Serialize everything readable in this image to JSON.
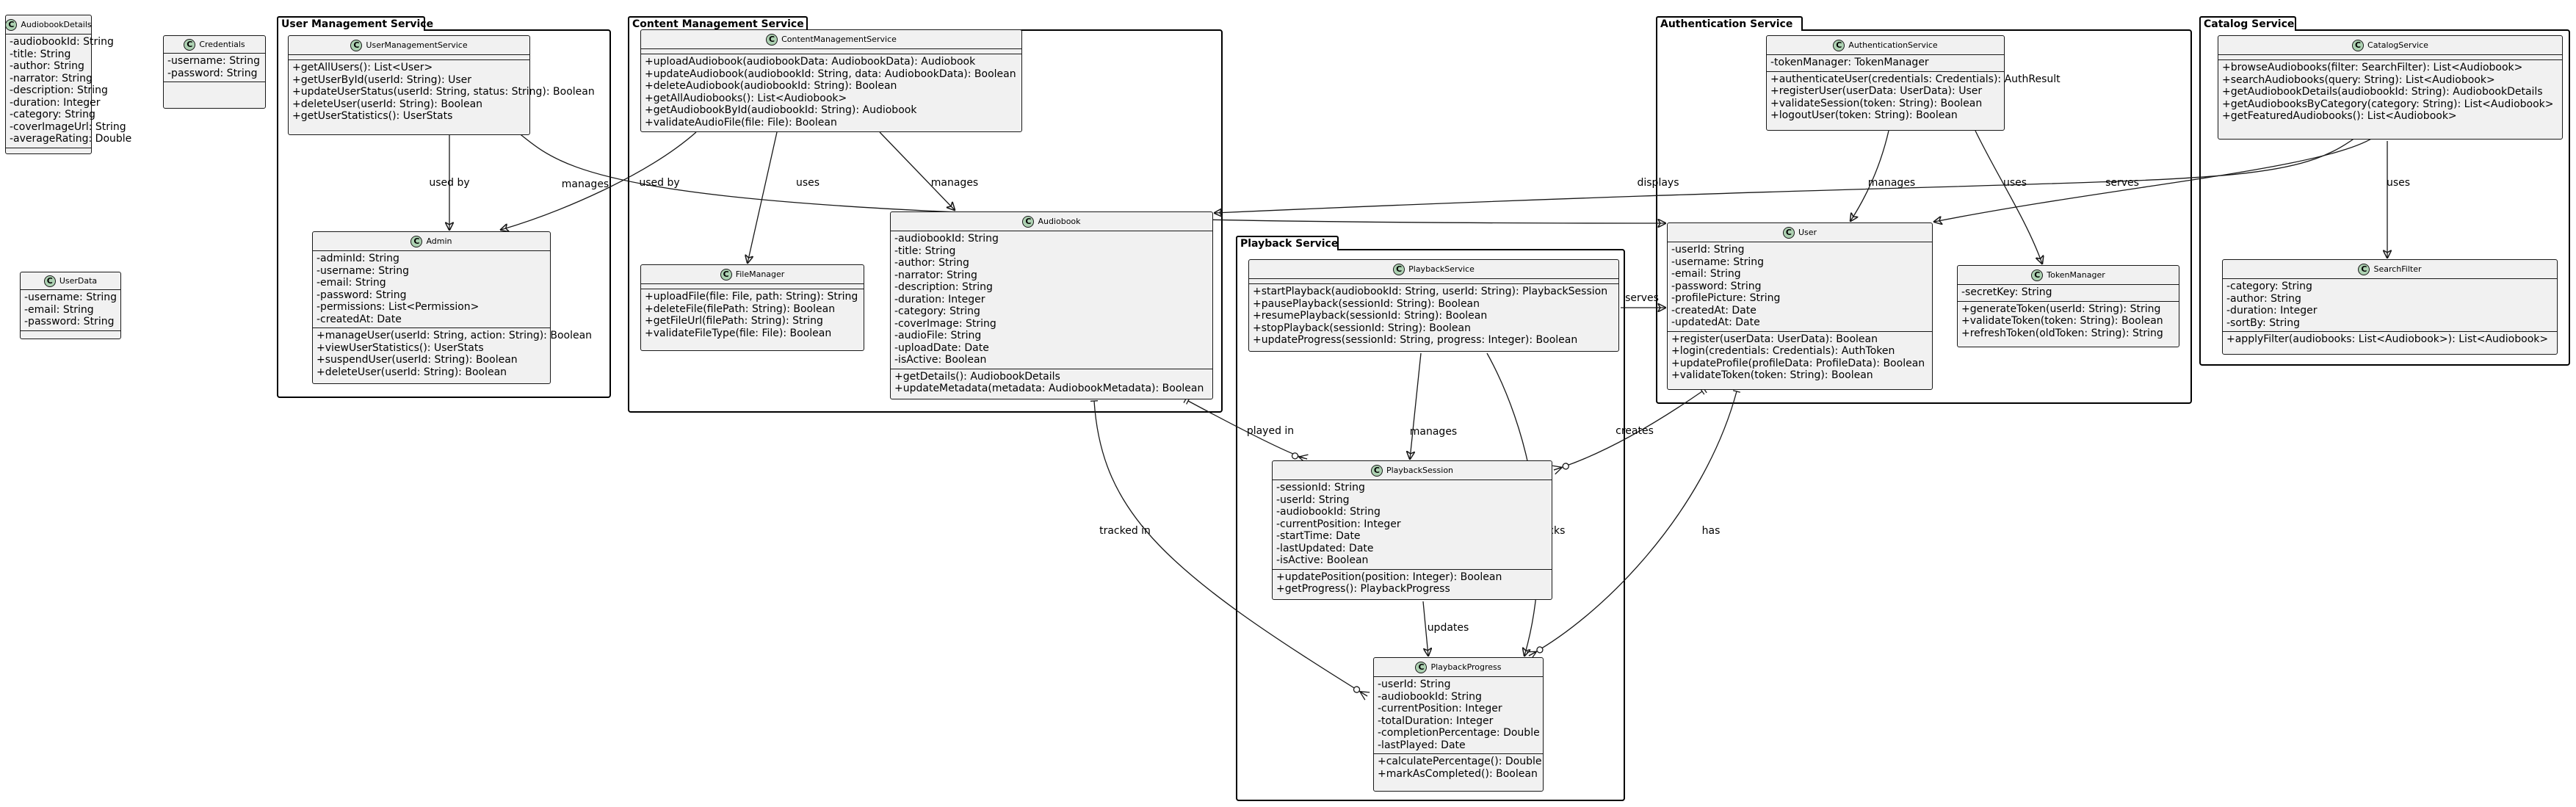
{
  "packages": [
    {
      "id": "user_mgmt",
      "name": "User Management Service"
    },
    {
      "id": "content_mgmt",
      "name": "Content Management Service"
    },
    {
      "id": "playback",
      "name": "Playback Service"
    },
    {
      "id": "auth",
      "name": "Authentication Service"
    },
    {
      "id": "catalog",
      "name": "Catalog Service"
    }
  ],
  "classes": [
    {
      "id": "AudiobookDetails",
      "name": "AudiobookDetails",
      "attributes": [
        "-audiobookId: String",
        "-title: String",
        "-author: String",
        "-narrator: String",
        "-description: String",
        "-duration: Integer",
        "-category: String",
        "-coverImageUrl: String",
        "-averageRating: Double"
      ],
      "methods": []
    },
    {
      "id": "Credentials",
      "name": "Credentials",
      "attributes": [
        "-username: String",
        "-password: String"
      ],
      "methods": []
    },
    {
      "id": "UserData",
      "name": "UserData",
      "attributes": [
        "-username: String",
        "-email: String",
        "-password: String"
      ],
      "methods": []
    },
    {
      "id": "UserManagementService",
      "name": "UserManagementService",
      "attributes": [],
      "methods": [
        "+getAllUsers(): List<User>",
        "+getUserById(userId: String): User",
        "+updateUserStatus(userId: String, status: String): Boolean",
        "+deleteUser(userId: String): Boolean",
        "+getUserStatistics(): UserStats"
      ]
    },
    {
      "id": "Admin",
      "name": "Admin",
      "attributes": [
        "-adminId: String",
        "-username: String",
        "-email: String",
        "-password: String",
        "-permissions: List<Permission>",
        "-createdAt: Date"
      ],
      "methods": [
        "+manageUser(userId: String, action: String): Boolean",
        "+viewUserStatistics(): UserStats",
        "+suspendUser(userId: String): Boolean",
        "+deleteUser(userId: String): Boolean"
      ]
    },
    {
      "id": "ContentManagementService",
      "name": "ContentManagementService",
      "attributes": [],
      "methods": [
        "+uploadAudiobook(audiobookData: AudiobookData): Audiobook",
        "+updateAudiobook(audiobookId: String, data: AudiobookData): Boolean",
        "+deleteAudiobook(audiobookId: String): Boolean",
        "+getAllAudiobooks(): List<Audiobook>",
        "+getAudiobookById(audiobookId: String): Audiobook",
        "+validateAudioFile(file: File): Boolean"
      ]
    },
    {
      "id": "FileManager",
      "name": "FileManager",
      "attributes": [],
      "methods": [
        "+uploadFile(file: File, path: String): String",
        "+deleteFile(filePath: String): Boolean",
        "+getFileUrl(filePath: String): String",
        "+validateFileType(file: File): Boolean"
      ]
    },
    {
      "id": "Audiobook",
      "name": "Audiobook",
      "attributes": [
        "-audiobookId: String",
        "-title: String",
        "-author: String",
        "-narrator: String",
        "-description: String",
        "-duration: Integer",
        "-category: String",
        "-coverImage: String",
        "-audioFile: String",
        "-uploadDate: Date",
        "-isActive: Boolean"
      ],
      "methods": [
        "+getDetails(): AudiobookDetails",
        "+updateMetadata(metadata: AudiobookMetadata): Boolean"
      ]
    },
    {
      "id": "PlaybackService",
      "name": "PlaybackService",
      "attributes": [],
      "methods": [
        "+startPlayback(audiobookId: String, userId: String): PlaybackSession",
        "+pausePlayback(sessionId: String): Boolean",
        "+resumePlayback(sessionId: String): Boolean",
        "+stopPlayback(sessionId: String): Boolean",
        "+updateProgress(sessionId: String, progress: Integer): Boolean"
      ]
    },
    {
      "id": "PlaybackSession",
      "name": "PlaybackSession",
      "attributes": [
        "-sessionId: String",
        "-userId: String",
        "-audiobookId: String",
        "-currentPosition: Integer",
        "-startTime: Date",
        "-lastUpdated: Date",
        "-isActive: Boolean"
      ],
      "methods": [
        "+updatePosition(position: Integer): Boolean",
        "+getProgress(): PlaybackProgress"
      ]
    },
    {
      "id": "PlaybackProgress",
      "name": "PlaybackProgress",
      "attributes": [
        "-userId: String",
        "-audiobookId: String",
        "-currentPosition: Integer",
        "-totalDuration: Integer",
        "-completionPercentage: Double",
        "-lastPlayed: Date"
      ],
      "methods": [
        "+calculatePercentage(): Double",
        "+markAsCompleted(): Boolean"
      ]
    },
    {
      "id": "AuthenticationService",
      "name": "AuthenticationService",
      "attributes": [
        "-tokenManager: TokenManager"
      ],
      "methods": [
        "+authenticateUser(credentials: Credentials): AuthResult",
        "+registerUser(userData: UserData): User",
        "+validateSession(token: String): Boolean",
        "+logoutUser(token: String): Boolean"
      ]
    },
    {
      "id": "User",
      "name": "User",
      "attributes": [
        "-userId: String",
        "-username: String",
        "-email: String",
        "-password: String",
        "-profilePicture: String",
        "-createdAt: Date",
        "-updatedAt: Date"
      ],
      "methods": [
        "+register(userData: UserData): Boolean",
        "+login(credentials: Credentials): AuthToken",
        "+updateProfile(profileData: ProfileData): Boolean",
        "+validateToken(token: String): Boolean"
      ]
    },
    {
      "id": "TokenManager",
      "name": "TokenManager",
      "attributes": [
        "-secretKey: String"
      ],
      "methods": [
        "+generateToken(userId: String): String",
        "+validateToken(token: String): Boolean",
        "+refreshToken(oldToken: String): String"
      ]
    },
    {
      "id": "CatalogService",
      "name": "CatalogService",
      "attributes": [],
      "methods": [
        "+browseAudiobooks(filter: SearchFilter): List<Audiobook>",
        "+searchAudiobooks(query: String): List<Audiobook>",
        "+getAudiobookDetails(audiobookId: String): AudiobookDetails",
        "+getAudiobooksByCategory(category: String): List<Audiobook>",
        "+getFeaturedAudiobooks(): List<Audiobook>"
      ]
    },
    {
      "id": "SearchFilter",
      "name": "SearchFilter",
      "attributes": [
        "-category: String",
        "-author: String",
        "-duration: Integer",
        "-sortBy: String"
      ],
      "methods": [
        "+applyFilter(audiobooks: List<Audiobook>): List<Audiobook>"
      ]
    }
  ],
  "relations": [
    {
      "id": "r1",
      "from": "UserManagementService",
      "to": "Admin",
      "label": "used by"
    },
    {
      "id": "r2",
      "from": "UserManagementService",
      "to": "User",
      "label": "manages"
    },
    {
      "id": "r3",
      "from": "ContentManagementService",
      "to": "Admin",
      "label": "used by"
    },
    {
      "id": "r4",
      "from": "ContentManagementService",
      "to": "FileManager",
      "label": "uses"
    },
    {
      "id": "r5",
      "from": "ContentManagementService",
      "to": "Audiobook",
      "label": "manages"
    },
    {
      "id": "r6",
      "from": "AuthenticationService",
      "to": "User",
      "label": "manages"
    },
    {
      "id": "r7",
      "from": "AuthenticationService",
      "to": "TokenManager",
      "label": "uses"
    },
    {
      "id": "r8",
      "from": "CatalogService",
      "to": "Audiobook",
      "label": "displays"
    },
    {
      "id": "r9",
      "from": "CatalogService",
      "to": "User",
      "label": "serves"
    },
    {
      "id": "r10",
      "from": "CatalogService",
      "to": "SearchFilter",
      "label": "uses"
    },
    {
      "id": "r11",
      "from": "PlaybackService",
      "to": "User",
      "label": "serves"
    },
    {
      "id": "r12",
      "from": "PlaybackService",
      "to": "PlaybackSession",
      "label": "manages"
    },
    {
      "id": "r13",
      "from": "PlaybackService",
      "to": "PlaybackProgress",
      "label": "tracks"
    },
    {
      "id": "r14",
      "from": "PlaybackSession",
      "to": "PlaybackProgress",
      "label": "updates"
    },
    {
      "id": "r15",
      "from": "Audiobook",
      "to": "PlaybackSession",
      "label": "played in"
    },
    {
      "id": "r16",
      "from": "Audiobook",
      "to": "PlaybackProgress",
      "label": "tracked in"
    },
    {
      "id": "r17",
      "from": "User",
      "to": "PlaybackSession",
      "label": "creates"
    },
    {
      "id": "r18",
      "from": "User",
      "to": "PlaybackProgress",
      "label": "has"
    }
  ]
}
